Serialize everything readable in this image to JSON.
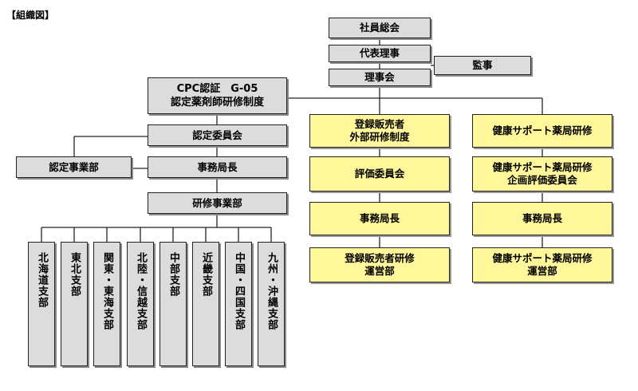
{
  "page_label": "【組織図】",
  "top": {
    "general_meeting": "社員総会",
    "representative_director": "代表理事",
    "auditor": "監事",
    "board": "理事会"
  },
  "cpc": {
    "certification": "CPC認証　G-05\n認定薬剤師研修制度",
    "committee": "認定委員会",
    "cert_business": "認定事業部",
    "secretary": "事務局長",
    "training_division": "研修事業部",
    "branches": [
      "北海道支部",
      "東北支部",
      "関東・東海支部",
      "北陸・信越支部",
      "中部支部",
      "近畿支部",
      "中国・四国支部",
      "九州・沖縄支部"
    ]
  },
  "external_training": {
    "title": "登録販売者\n外部研修制度",
    "evaluation": "評価委員会",
    "secretary": "事務局長",
    "operations": "登録販売者研修\n運営部"
  },
  "health_support": {
    "title": "健康サポート薬局研修",
    "planning": "健康サポート薬局研修\n企画評価委員会",
    "secretary": "事務局長",
    "operations": "健康サポート薬局研修\n運営部"
  },
  "colors": {
    "gray_box": "#dcdcdc",
    "yellow_box": "#fff799",
    "line": "#222222"
  }
}
